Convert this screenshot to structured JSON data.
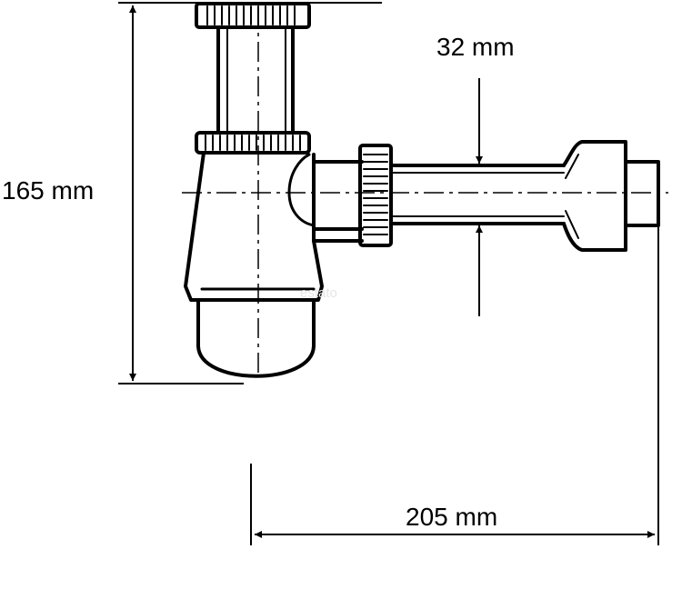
{
  "dimensions": {
    "height_label": "165 mm",
    "diameter_label": "32 mm",
    "width_label": "205 mm"
  },
  "watermark": "estato",
  "colors": {
    "ink": "#000000",
    "paper": "#ffffff"
  }
}
